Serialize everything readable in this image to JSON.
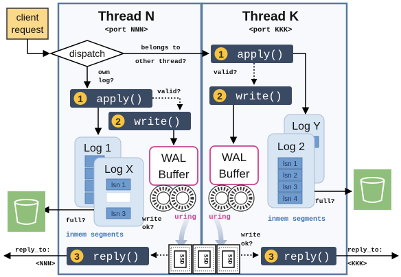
{
  "client": {
    "line1": "client",
    "line2": "request"
  },
  "threads": {
    "n": {
      "title": "Thread N",
      "port": "<port NNN>"
    },
    "k": {
      "title": "Thread K",
      "port": "<port KKK>"
    }
  },
  "dispatch": {
    "label": "dispatch",
    "belongs_line1": "belongs to",
    "belongs_line2": "other thread?",
    "own_line1": "own",
    "own_line2": "log?"
  },
  "steps": {
    "apply": {
      "num": "1",
      "label": "apply()"
    },
    "write": {
      "num": "2",
      "label": "write()"
    },
    "reply": {
      "num": "3",
      "label": "reply()"
    }
  },
  "edge_labels": {
    "valid": "valid?",
    "full": "full?",
    "write_line1": "write",
    "write_line2": "ok?"
  },
  "logs": {
    "log1": "Log 1",
    "logx": "Log X",
    "logy": "Log Y",
    "log2": "Log 2",
    "lsn1": "lsn 1",
    "lsn2": "lsn 2",
    "lsn3": "lsn 3",
    "lsn4": "lsn 4"
  },
  "wal": {
    "line1": "WAL",
    "line2": "Buffer"
  },
  "uring": "uring",
  "ssd": "SSD",
  "inmem": "inmem segments",
  "reply_to": {
    "label": "reply_to:",
    "nnn": "<NNN>",
    "kkk": "<KKK>"
  },
  "colors": {
    "thread_border": "#5878a0",
    "apply_box": "#3b4a63",
    "step_circle": "#f6c544",
    "client_box": "#fbd98b",
    "lsn_box": "#6f9bcf",
    "log_panel": "#d8e5f3",
    "wal_border": "#c8428f",
    "bucket": "#8fbf7a",
    "uring_text": "#c8428f",
    "inmem_text": "#3d72b8"
  }
}
